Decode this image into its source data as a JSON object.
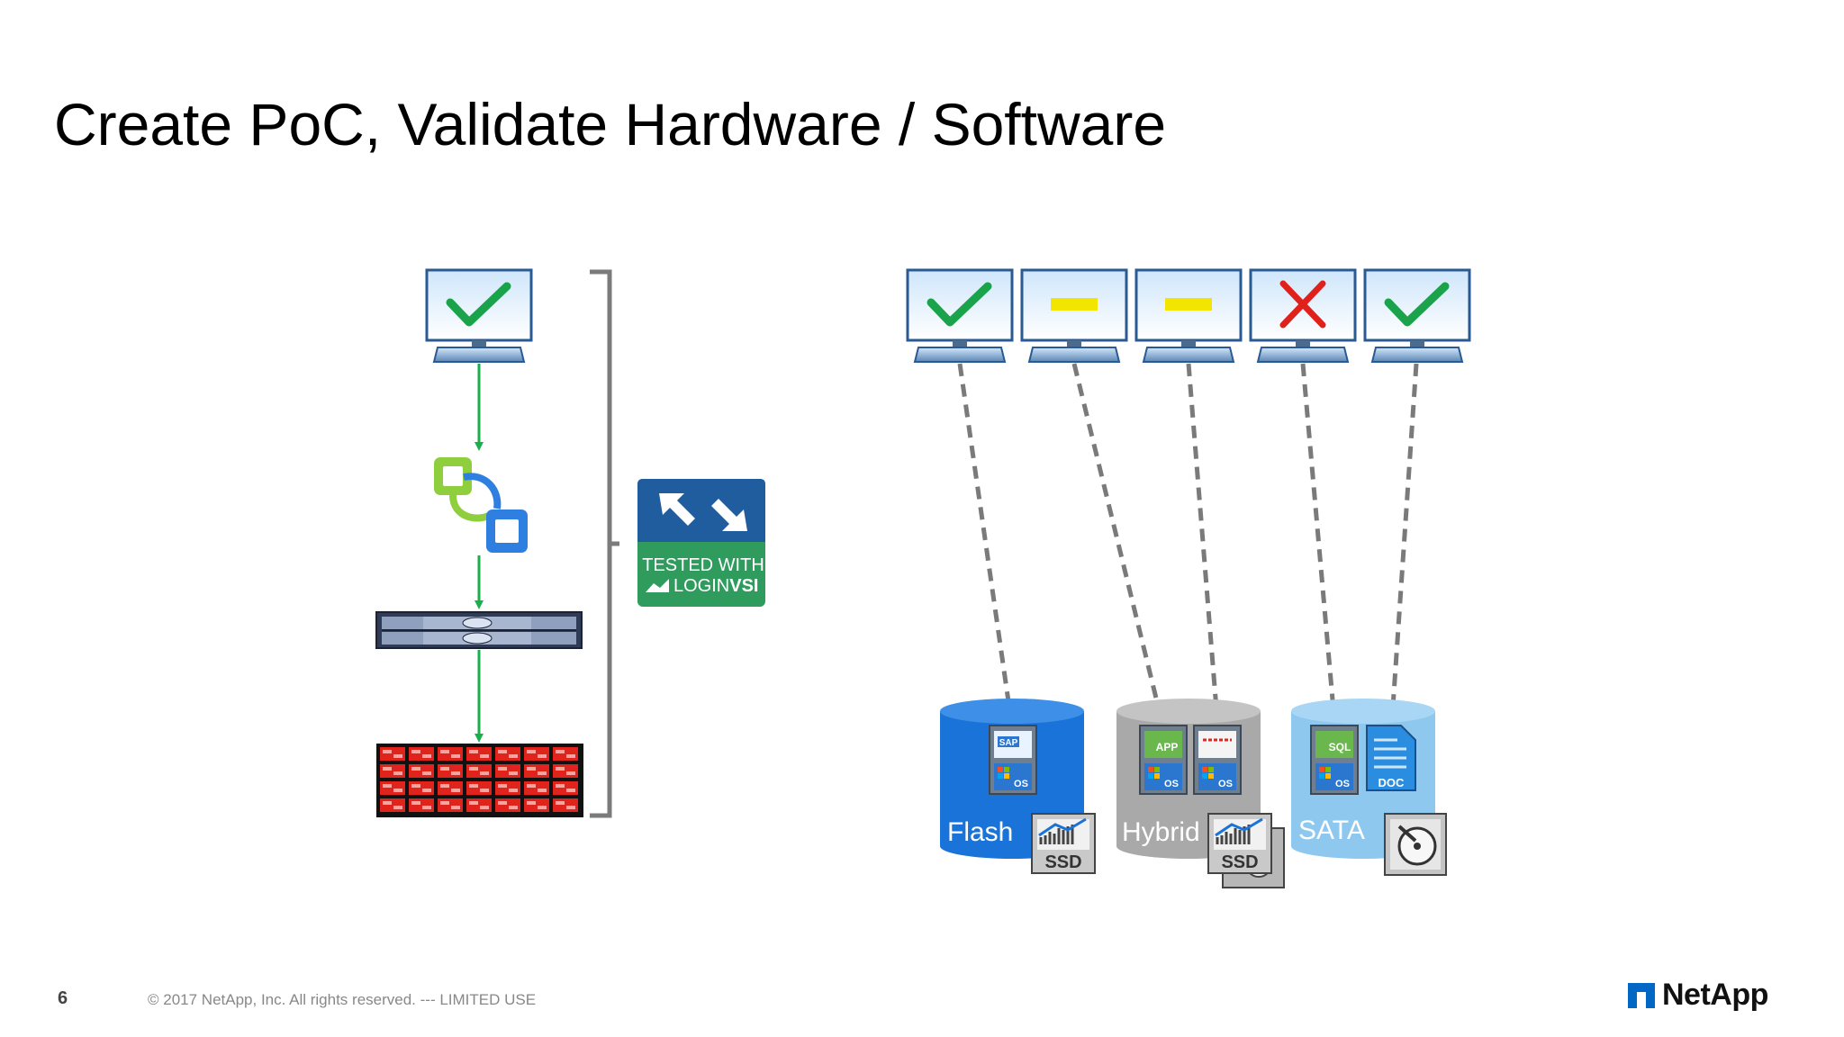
{
  "slide": {
    "title": "Create PoC, Validate Hardware / Software",
    "page_number": "6",
    "copyright": "© 2017 NetApp, Inc. All rights reserved.  ---  LIMITED USE",
    "logo_text": "NetApp"
  },
  "badge": {
    "line1": "TESTED WITH",
    "line2_prefix": "LOGIN",
    "line2_suffix": "VSI"
  },
  "stack": {
    "layers": [
      "monitor-check-icon",
      "vmware-icon",
      "server-icon",
      "storage-array-icon"
    ]
  },
  "monitors": [
    {
      "status": "check"
    },
    {
      "status": "dash"
    },
    {
      "status": "dash"
    },
    {
      "status": "cross"
    },
    {
      "status": "check"
    }
  ],
  "storage_tiers": [
    {
      "label": "Flash",
      "media": "SSD",
      "apps": [
        "SAP",
        "OS"
      ],
      "color": "#1a73d9"
    },
    {
      "label": "Hybrid",
      "media": "SSD",
      "apps": [
        "APP",
        "ORACLE",
        "OS",
        "OS"
      ],
      "color": "#a9a9a9"
    },
    {
      "label": "SATA",
      "media": "HDD",
      "apps": [
        "SQL",
        "DOC",
        "OS"
      ],
      "color": "#8ec8ef"
    }
  ],
  "colors": {
    "check": "#1aa34a",
    "dash": "#f2e600",
    "cross": "#e0201b",
    "arrow_green": "#19b04b",
    "dashed_arrow": "#7a7a7a",
    "badge_blue": "#1f5d9e",
    "badge_green": "#2f9c5e"
  }
}
